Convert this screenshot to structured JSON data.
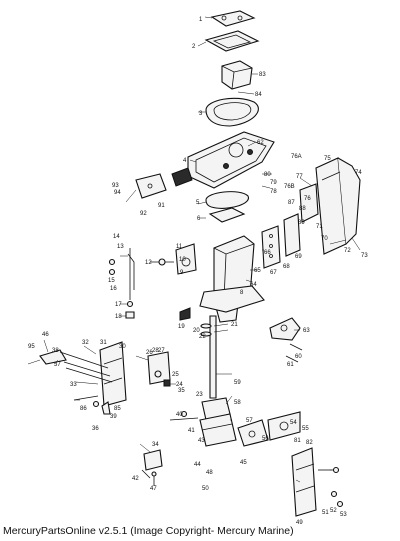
{
  "caption": "MercuryPartsOnline v2.5.1 (Image Copyright- Mercury Marine)",
  "callouts": [
    "1",
    "2",
    "83",
    "84",
    "3",
    "62",
    "4",
    "80",
    "79",
    "78",
    "76A",
    "76B",
    "75",
    "74",
    "93",
    "92",
    "91",
    "5",
    "6",
    "77",
    "76",
    "87",
    "88",
    "89",
    "71",
    "72",
    "73",
    "70",
    "14",
    "13",
    "12",
    "11",
    "10",
    "9",
    "66",
    "65",
    "67",
    "68",
    "69",
    "15",
    "16",
    "8",
    "64",
    "17",
    "18",
    "19",
    "20",
    "21",
    "22",
    "63",
    "60",
    "61",
    "46",
    "95",
    "38",
    "37",
    "30",
    "32",
    "31",
    "33",
    "36",
    "86",
    "39",
    "85",
    "26",
    "28",
    "27",
    "25",
    "24",
    "35",
    "23",
    "59",
    "58",
    "57",
    "40",
    "41",
    "42",
    "43",
    "44",
    "45",
    "47",
    "48",
    "49",
    "50",
    "51",
    "52",
    "53",
    "34",
    "54",
    "55",
    "56",
    "81",
    "82",
    "94"
  ]
}
